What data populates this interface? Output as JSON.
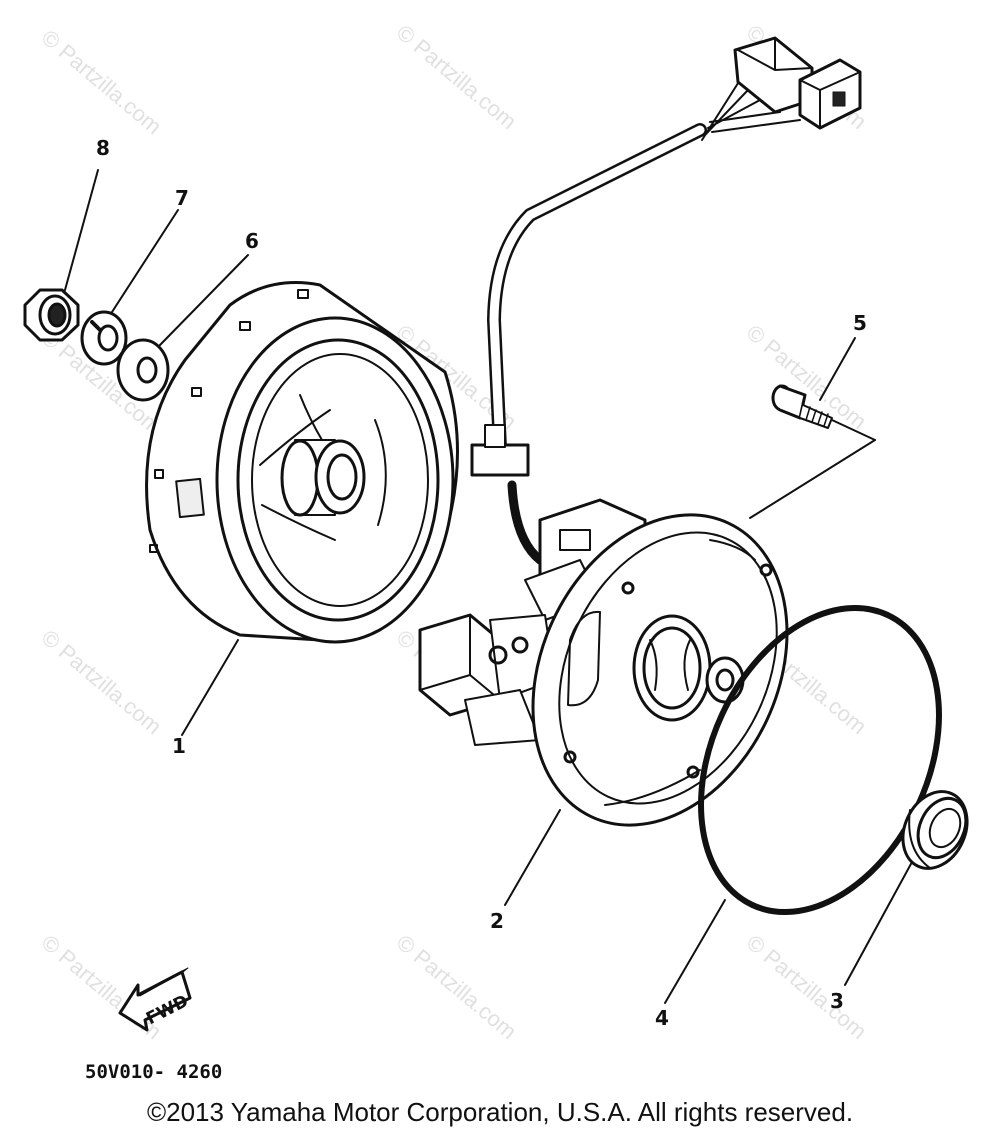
{
  "parts": [
    {
      "number": "1"
    },
    {
      "number": "2"
    },
    {
      "number": "3"
    },
    {
      "number": "4"
    },
    {
      "number": "5"
    },
    {
      "number": "6"
    },
    {
      "number": "7"
    },
    {
      "number": "8"
    }
  ],
  "direction_marker": {
    "label": "FWD",
    "icon": "arrow-icon"
  },
  "reference_code": "50V010- 4260",
  "watermark": "© Partzilla.com",
  "copyright": "©2013 Yamaha Motor Corporation, U.S.A. All rights reserved.",
  "colors": {
    "ink": "#111111",
    "background": "#ffffff",
    "watermark": "#c8c8c8"
  }
}
